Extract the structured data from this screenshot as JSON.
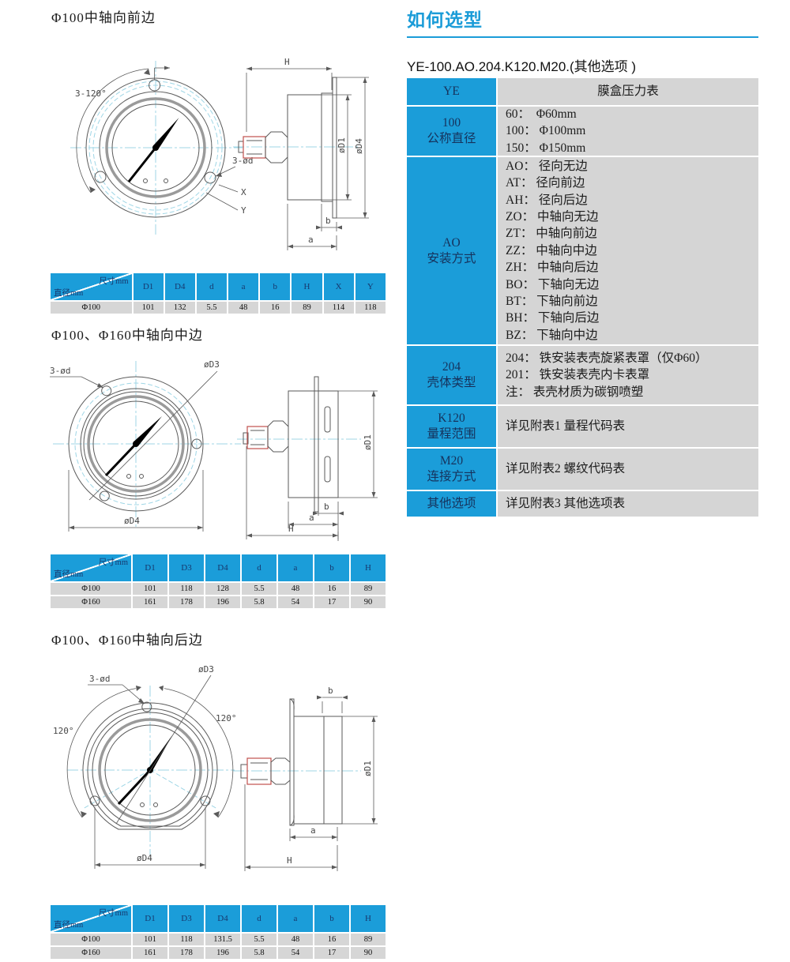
{
  "palette": {
    "accent": "#1b9dd9",
    "navy": "#16325c",
    "cell_gray": "#d6d6d6",
    "line": "#5a5a5a",
    "centerline": "#9fd6e6",
    "red_accent": "#c0504d"
  },
  "sections": [
    {
      "title": "Φ100中轴向前边",
      "drawing": {
        "angle": "3-120°",
        "holes": "3-ød",
        "x": "X",
        "y": "Y",
        "h": "H",
        "d1": "øD1",
        "d4": "øD4",
        "b": "b",
        "a": "a"
      },
      "table": {
        "corner_top": "尺寸mm",
        "corner_bottom": "直径mm",
        "columns": [
          "D1",
          "D4",
          "d",
          "a",
          "b",
          "H",
          "X",
          "Y"
        ],
        "rows": [
          {
            "label": "Φ100",
            "values": [
              "101",
              "132",
              "5.5",
              "48",
              "16",
              "89",
              "114",
              "118"
            ]
          }
        ]
      }
    },
    {
      "title": "Φ100、Φ160中轴向中边",
      "drawing": {
        "holes": "3-ød",
        "d3": "øD3",
        "d4": "øD4",
        "d1": "øD1",
        "b": "b",
        "a": "a",
        "h": "H"
      },
      "table": {
        "corner_top": "尺寸mm",
        "corner_bottom": "直径mm",
        "columns": [
          "D1",
          "D3",
          "D4",
          "d",
          "a",
          "b",
          "H"
        ],
        "rows": [
          {
            "label": "Φ100",
            "values": [
              "101",
              "118",
              "128",
              "5.5",
              "48",
              "16",
              "89"
            ]
          },
          {
            "label": "Φ160",
            "values": [
              "161",
              "178",
              "196",
              "5.8",
              "54",
              "17",
              "90"
            ]
          }
        ]
      }
    },
    {
      "title": "Φ100、Φ160中轴向后边",
      "drawing": {
        "holes": "3-ød",
        "d3": "øD3",
        "angle_left": "120°",
        "angle_right": "120°",
        "d4": "øD4",
        "d1": "øD1",
        "b": "b",
        "a": "a",
        "h": "H"
      },
      "table": {
        "corner_top": "尺寸mm",
        "corner_bottom": "直径mm",
        "columns": [
          "D1",
          "D3",
          "D4",
          "d",
          "a",
          "b",
          "H"
        ],
        "rows": [
          {
            "label": "Φ100",
            "values": [
              "101",
              "118",
              "131.5",
              "5.5",
              "48",
              "16",
              "89"
            ]
          },
          {
            "label": "Φ160",
            "values": [
              "161",
              "178",
              "196",
              "5.8",
              "54",
              "17",
              "90"
            ]
          }
        ]
      }
    }
  ],
  "selection": {
    "title": "如何选型",
    "model": "YE-100.AO.204.K120.M20.(其他选项 )",
    "rows": [
      {
        "code": "YE",
        "name": "",
        "desc": [
          "膜盒压力表"
        ]
      },
      {
        "code": "100",
        "name": "公称直径",
        "desc": [
          "60：  Φ60mm",
          "100： Φ100mm",
          "150： Φ150mm"
        ]
      },
      {
        "code": "AO",
        "name": "安装方式",
        "desc": [
          "AO： 径向无边",
          "AT： 径向前边",
          "AH： 径向后边",
          "ZO： 中轴向无边",
          "ZT： 中轴向前边",
          "ZZ： 中轴向中边",
          "ZH： 中轴向后边",
          "BO： 下轴向无边",
          "BT： 下轴向前边",
          "BH： 下轴向后边",
          "BZ： 下轴向中边"
        ]
      },
      {
        "code": "204",
        "name": "壳体类型",
        "desc": [
          "204： 铁安装表壳旋紧表罩（仅Φ60）",
          "201： 铁安装表壳内卡表罩",
          "注： 表壳材质为碳钢喷塑"
        ]
      },
      {
        "code": "K120",
        "name": "量程范围",
        "desc": [
          "详见附表1 量程代码表"
        ]
      },
      {
        "code": "M20",
        "name": "连接方式",
        "desc": [
          "详见附表2 螺纹代码表"
        ]
      },
      {
        "code": "其他选项",
        "name": "",
        "desc": [
          "详见附表3 其他选项表"
        ]
      }
    ]
  }
}
